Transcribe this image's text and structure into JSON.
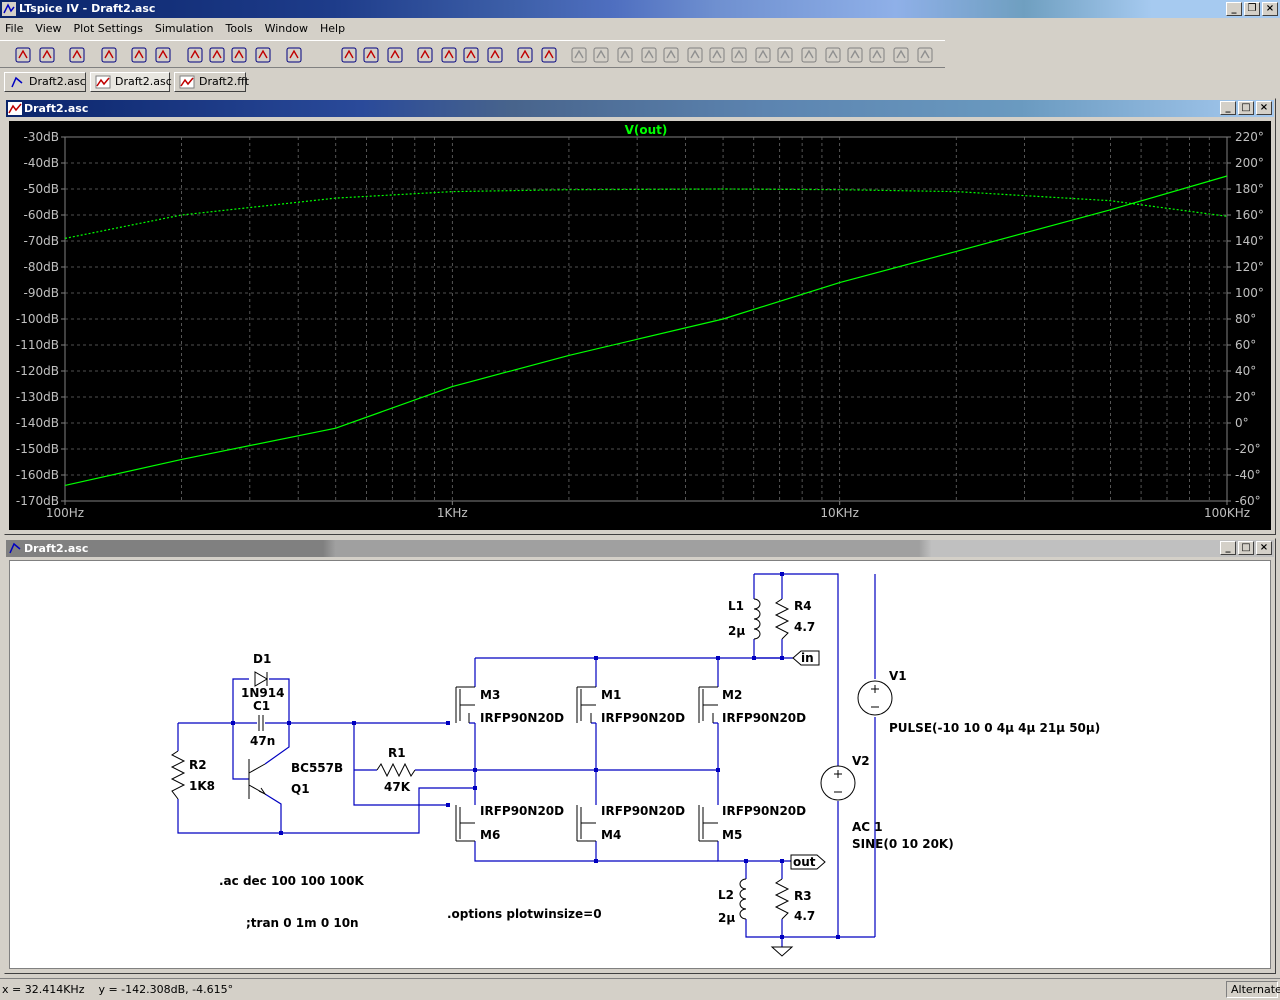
{
  "window": {
    "title": "LTspice IV - Draft2.asc"
  },
  "menu": [
    "File",
    "View",
    "Plot Settings",
    "Simulation",
    "Tools",
    "Window",
    "Help"
  ],
  "toolbar": {
    "icons": [
      "new-schematic",
      "open",
      "save",
      "control-panel",
      "run",
      "halt",
      "zoom-in",
      "pan",
      "zoom-out",
      "zoom-fit",
      "zoom-cancel",
      "tile-horizontal",
      "tile-vertical",
      "cascade",
      "cut",
      "copy",
      "paste",
      "find",
      "print-preview",
      "print",
      "wire",
      "ground",
      "label",
      "resistor",
      "capacitor",
      "inductor",
      "diode",
      "component",
      "move",
      "drag",
      "undo",
      "redo",
      "rotate",
      "mirror",
      "text",
      "spice-directive"
    ]
  },
  "tabs": [
    {
      "label": "Draft2.asc",
      "icon": "schematic-icon"
    },
    {
      "label": "Draft2.asc",
      "icon": "waveform-icon"
    },
    {
      "label": "Draft2.fft",
      "icon": "waveform-icon"
    }
  ],
  "plot_window": {
    "title": "Draft2.asc"
  },
  "schematic_window": {
    "title": "Draft2.asc"
  },
  "chart_data": {
    "type": "line",
    "title": "V(out)",
    "x_scale": "log",
    "xlim": [
      100,
      100000
    ],
    "x_ticks": [
      "100Hz",
      "1KHz",
      "10KHz",
      "100KHz"
    ],
    "y_left_ticks": [
      "-30dB",
      "-40dB",
      "-50dB",
      "-60dB",
      "-70dB",
      "-80dB",
      "-90dB",
      "-100dB",
      "-110dB",
      "-120dB",
      "-130dB",
      "-140dB",
      "-150dB",
      "-160dB",
      "-170dB"
    ],
    "y_right_ticks": [
      "220°",
      "200°",
      "180°",
      "160°",
      "140°",
      "120°",
      "100°",
      "80°",
      "60°",
      "40°",
      "20°",
      "0°",
      "-20°",
      "-40°",
      "-60°"
    ],
    "ylim_left": [
      -170,
      -30
    ],
    "ylim_right": [
      -60,
      220
    ],
    "grid": true,
    "series": [
      {
        "name": "V(out)",
        "axis": "left",
        "style": "solid",
        "color": "#00ff00",
        "x": [
          100,
          200,
          500,
          1000,
          2000,
          5000,
          10000,
          20000,
          50000,
          100000
        ],
        "y": [
          -164,
          -154,
          -142,
          -126,
          -114,
          -100,
          -86,
          -74,
          -58,
          -45
        ]
      },
      {
        "name": "V(out) phase",
        "axis": "right",
        "style": "dotted",
        "color": "#00ff00",
        "x": [
          100,
          200,
          500,
          1000,
          2000,
          5000,
          10000,
          20000,
          50000,
          100000
        ],
        "y": [
          142,
          160,
          173,
          178,
          179.5,
          180,
          179.5,
          178,
          171,
          159
        ]
      }
    ]
  },
  "schematic": {
    "components": [
      {
        "ref": "D1",
        "value": "1N914"
      },
      {
        "ref": "C1",
        "value": "47n"
      },
      {
        "ref": "R2",
        "value": "1K8"
      },
      {
        "ref": "Q1",
        "value": "BC557B"
      },
      {
        "ref": "R1",
        "value": "47K"
      },
      {
        "ref": "M3",
        "value": "IRFP90N20D"
      },
      {
        "ref": "M1",
        "value": "IRFP90N20D"
      },
      {
        "ref": "M2",
        "value": "IRFP90N20D"
      },
      {
        "ref": "M6",
        "value": "IRFP90N20D"
      },
      {
        "ref": "M4",
        "value": "IRFP90N20D"
      },
      {
        "ref": "M5",
        "value": "IRFP90N20D"
      },
      {
        "ref": "L1",
        "value": "2µ"
      },
      {
        "ref": "R4",
        "value": "4.7"
      },
      {
        "ref": "L2",
        "value": "2µ"
      },
      {
        "ref": "R3",
        "value": "4.7"
      },
      {
        "ref": "V1",
        "value": "PULSE(-10 10 0 4µ 4µ 21µ 50µ)"
      },
      {
        "ref": "V2",
        "value": "AC 1"
      }
    ],
    "v2_extra": "SINE(0 10 20K)",
    "labels": {
      "in": "in",
      "out": "out"
    },
    "directives": [
      ".ac dec 100 100 100K",
      ";tran 0 1m 0 10n",
      ".options plotwinsize=0"
    ]
  },
  "status": {
    "readout": "x = 32.414KHz    y = -142.308dB, -4.615°",
    "mode": "Alternate"
  }
}
